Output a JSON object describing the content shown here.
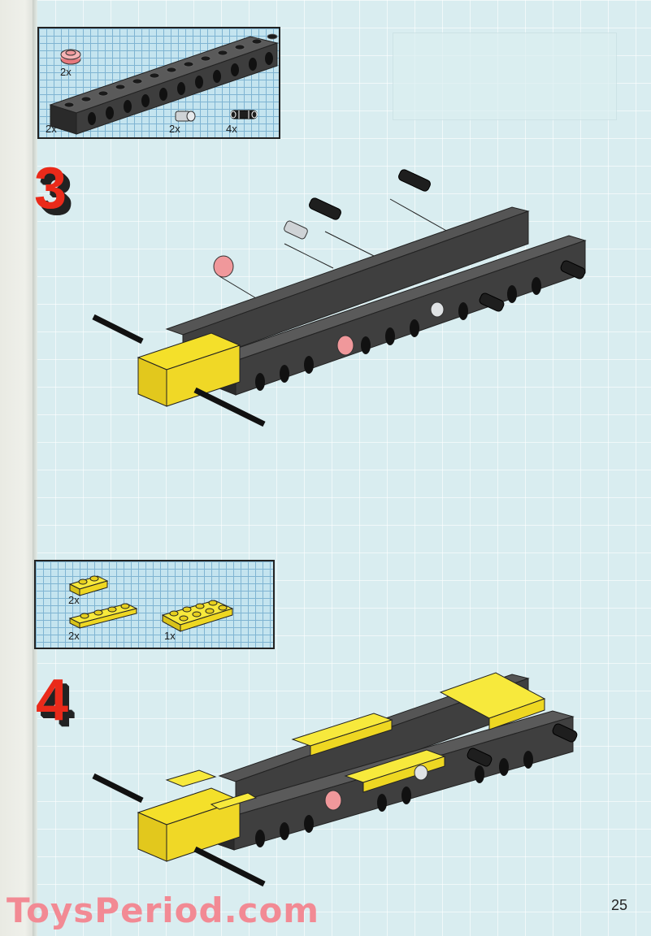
{
  "page": {
    "number": "25",
    "watermark": "ToysPeriod.com"
  },
  "steps": [
    {
      "number": "3",
      "parts": [
        {
          "name": "technic-bush-red",
          "color": "#f0989b",
          "qty": "2x"
        },
        {
          "name": "technic-brick-1x16-black",
          "color": "#3a3a3a",
          "qty": "2x"
        },
        {
          "name": "technic-pin-half-gray",
          "color": "#cfd3d6",
          "qty": "2x"
        },
        {
          "name": "technic-pin-friction-black",
          "color": "#1e1e1e",
          "qty": "4x"
        }
      ]
    },
    {
      "number": "4",
      "parts": [
        {
          "name": "plate-1x2-yellow",
          "color": "#f4e02a",
          "qty": "2x"
        },
        {
          "name": "plate-1x4-yellow",
          "color": "#f4e02a",
          "qty": "2x"
        },
        {
          "name": "plate-2x4-yellow",
          "color": "#f4e02a",
          "qty": "1x"
        }
      ]
    }
  ],
  "colors": {
    "step_red": "#ea2a1a",
    "brick_dark": "#3d3d3d",
    "brick_yellow": "#f4e02a",
    "bush_pink": "#f0989b",
    "grid_blue": "#c4e4ef"
  }
}
